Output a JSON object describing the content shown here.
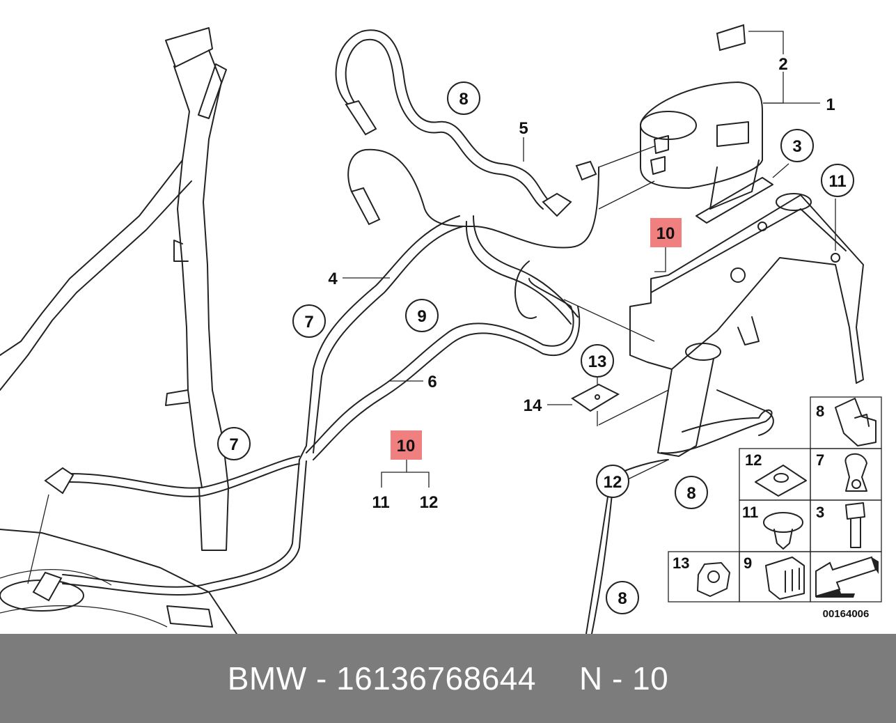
{
  "diagram": {
    "callouts_circled": {
      "c8_top": "8",
      "c3": "3",
      "c11": "11",
      "c7_left": "7",
      "c9": "9",
      "c13": "13",
      "c7_bottom": "7",
      "c12": "12",
      "c8_right": "8",
      "c8_bottom": "8"
    },
    "callouts_highlight": {
      "h10_top": "10",
      "h10_mid": "10"
    },
    "labels": {
      "l1": "1",
      "l2": "2",
      "l4": "4",
      "l5": "5",
      "l6": "6",
      "l14": "14",
      "l11_sub": "11",
      "l12_sub": "12"
    },
    "parts_table": [
      {
        "num": "8"
      },
      {
        "num": "12"
      },
      {
        "num": "7"
      },
      {
        "num": "11"
      },
      {
        "num": "3"
      },
      {
        "num": "13"
      },
      {
        "num": "9"
      }
    ],
    "diagram_code": "00164006",
    "colors": {
      "highlight": "#f08080",
      "footer_bg": "#7c7c7c"
    }
  },
  "footer": {
    "brand": "BMW",
    "separator": "-",
    "part_number": "16136768644",
    "position": "N - 10"
  }
}
